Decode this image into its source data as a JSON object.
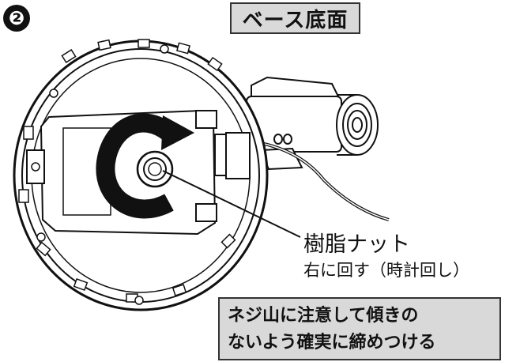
{
  "step": {
    "number": "❷"
  },
  "title": "ベース底面",
  "labels": {
    "part": "樹脂ナット",
    "direction": "右に回す（時計回し）"
  },
  "caution": {
    "line1": "ネジ山に注意して傾きの",
    "line2": "ないよう確実に締めつける"
  }
}
